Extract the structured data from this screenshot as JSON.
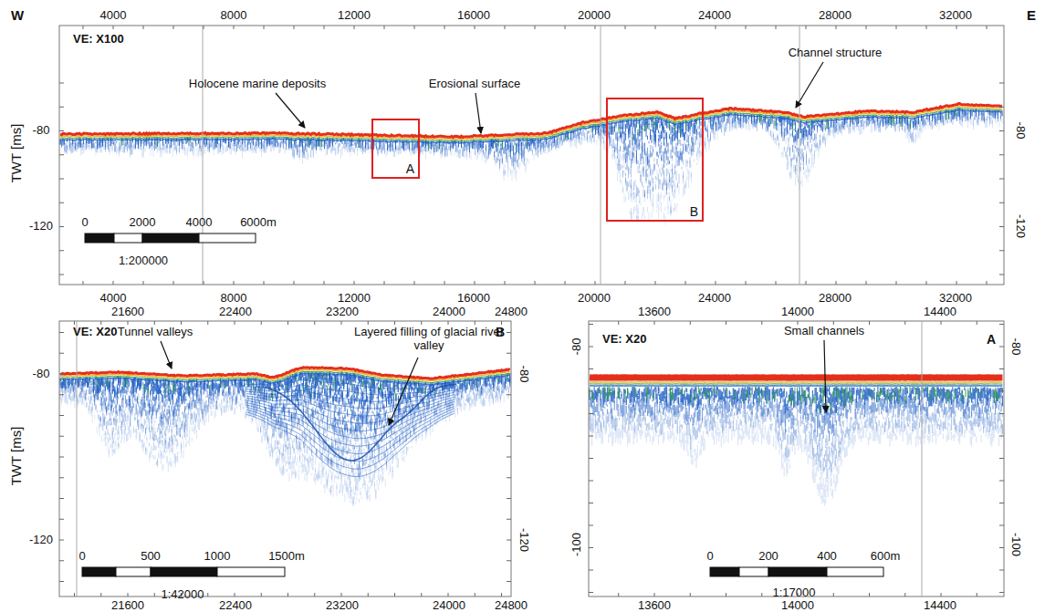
{
  "diagram": {
    "nodes": [
      {
        "text": [
          "A"
        ]
      },
      {
        "text": [
          "B"
        ]
      }
    ],
    "labels": [
      "W",
      "E",
      "4000",
      "8000",
      "12000",
      "16000",
      "20000",
      "24000",
      "28000",
      "32000",
      "4000",
      "8000",
      "12000",
      "16000",
      "20000",
      "24000",
      "28000",
      "32000",
      "VE: X100",
      "Holocene marine deposits",
      "Erosional surface",
      "Channel structure",
      "TWT [ms]",
      "-80",
      "-120",
      "-80",
      "-120",
      "0",
      "2000",
      "4000",
      "6000m",
      "1:200000",
      "21600",
      "22400",
      "23200",
      "24000",
      "24800",
      "21600",
      "22400",
      "23200",
      "24000",
      "24800",
      "VE: X20",
      "Tunnel valleys",
      "Layered filling of glacial river valley",
      "B",
      "TWT [ms]",
      "-80",
      "-120",
      "-80",
      "-120",
      "0",
      "500",
      "1000",
      "1500m",
      "1:42000",
      "13600",
      "14000",
      "14400",
      "13600",
      "14000",
      "14400",
      "VE: X20",
      "Small channels",
      "A",
      "-80",
      "-100",
      "-80",
      "-100",
      "0",
      "200",
      "400",
      "600m",
      "1:17000"
    ]
  }
}
